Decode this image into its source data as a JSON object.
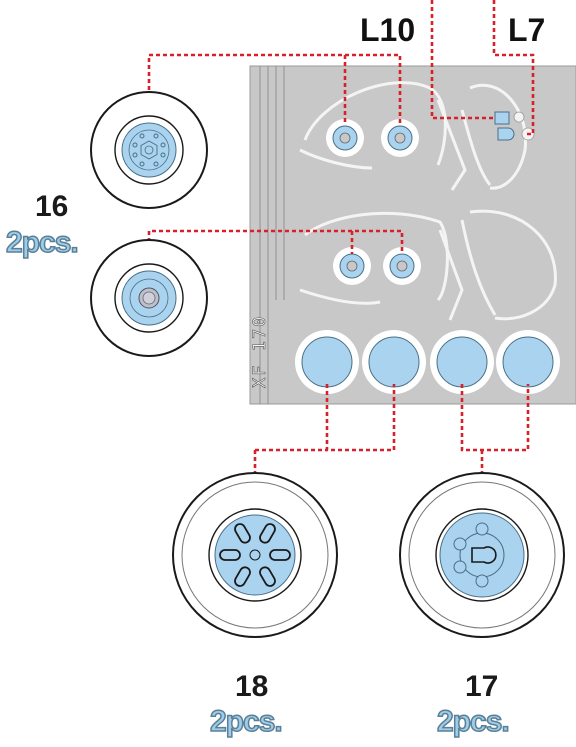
{
  "labels": {
    "l10": "L10",
    "l7": "L7",
    "part_16": "16",
    "part_16_qty": "2pcs.",
    "part_17": "17",
    "part_17_qty": "2pcs.",
    "part_18": "18",
    "part_18_qty": "2pcs."
  },
  "sheet": {
    "code": "XF 170"
  },
  "colors": {
    "sheet_gray": "#c8c8c8",
    "mask_blue": "#a9d3ef",
    "leader_red": "#d8202a",
    "qty_blue": "#9dcde8",
    "outline": "#1a1a1a"
  },
  "icons": {
    "wheel_16_top": "wheel-hub-bolt-icon",
    "wheel_16_bottom": "wheel-hub-plain-icon",
    "wheel_18": "wheel-hub-spoked-icon",
    "wheel_17": "wheel-hub-keyhole-icon"
  }
}
